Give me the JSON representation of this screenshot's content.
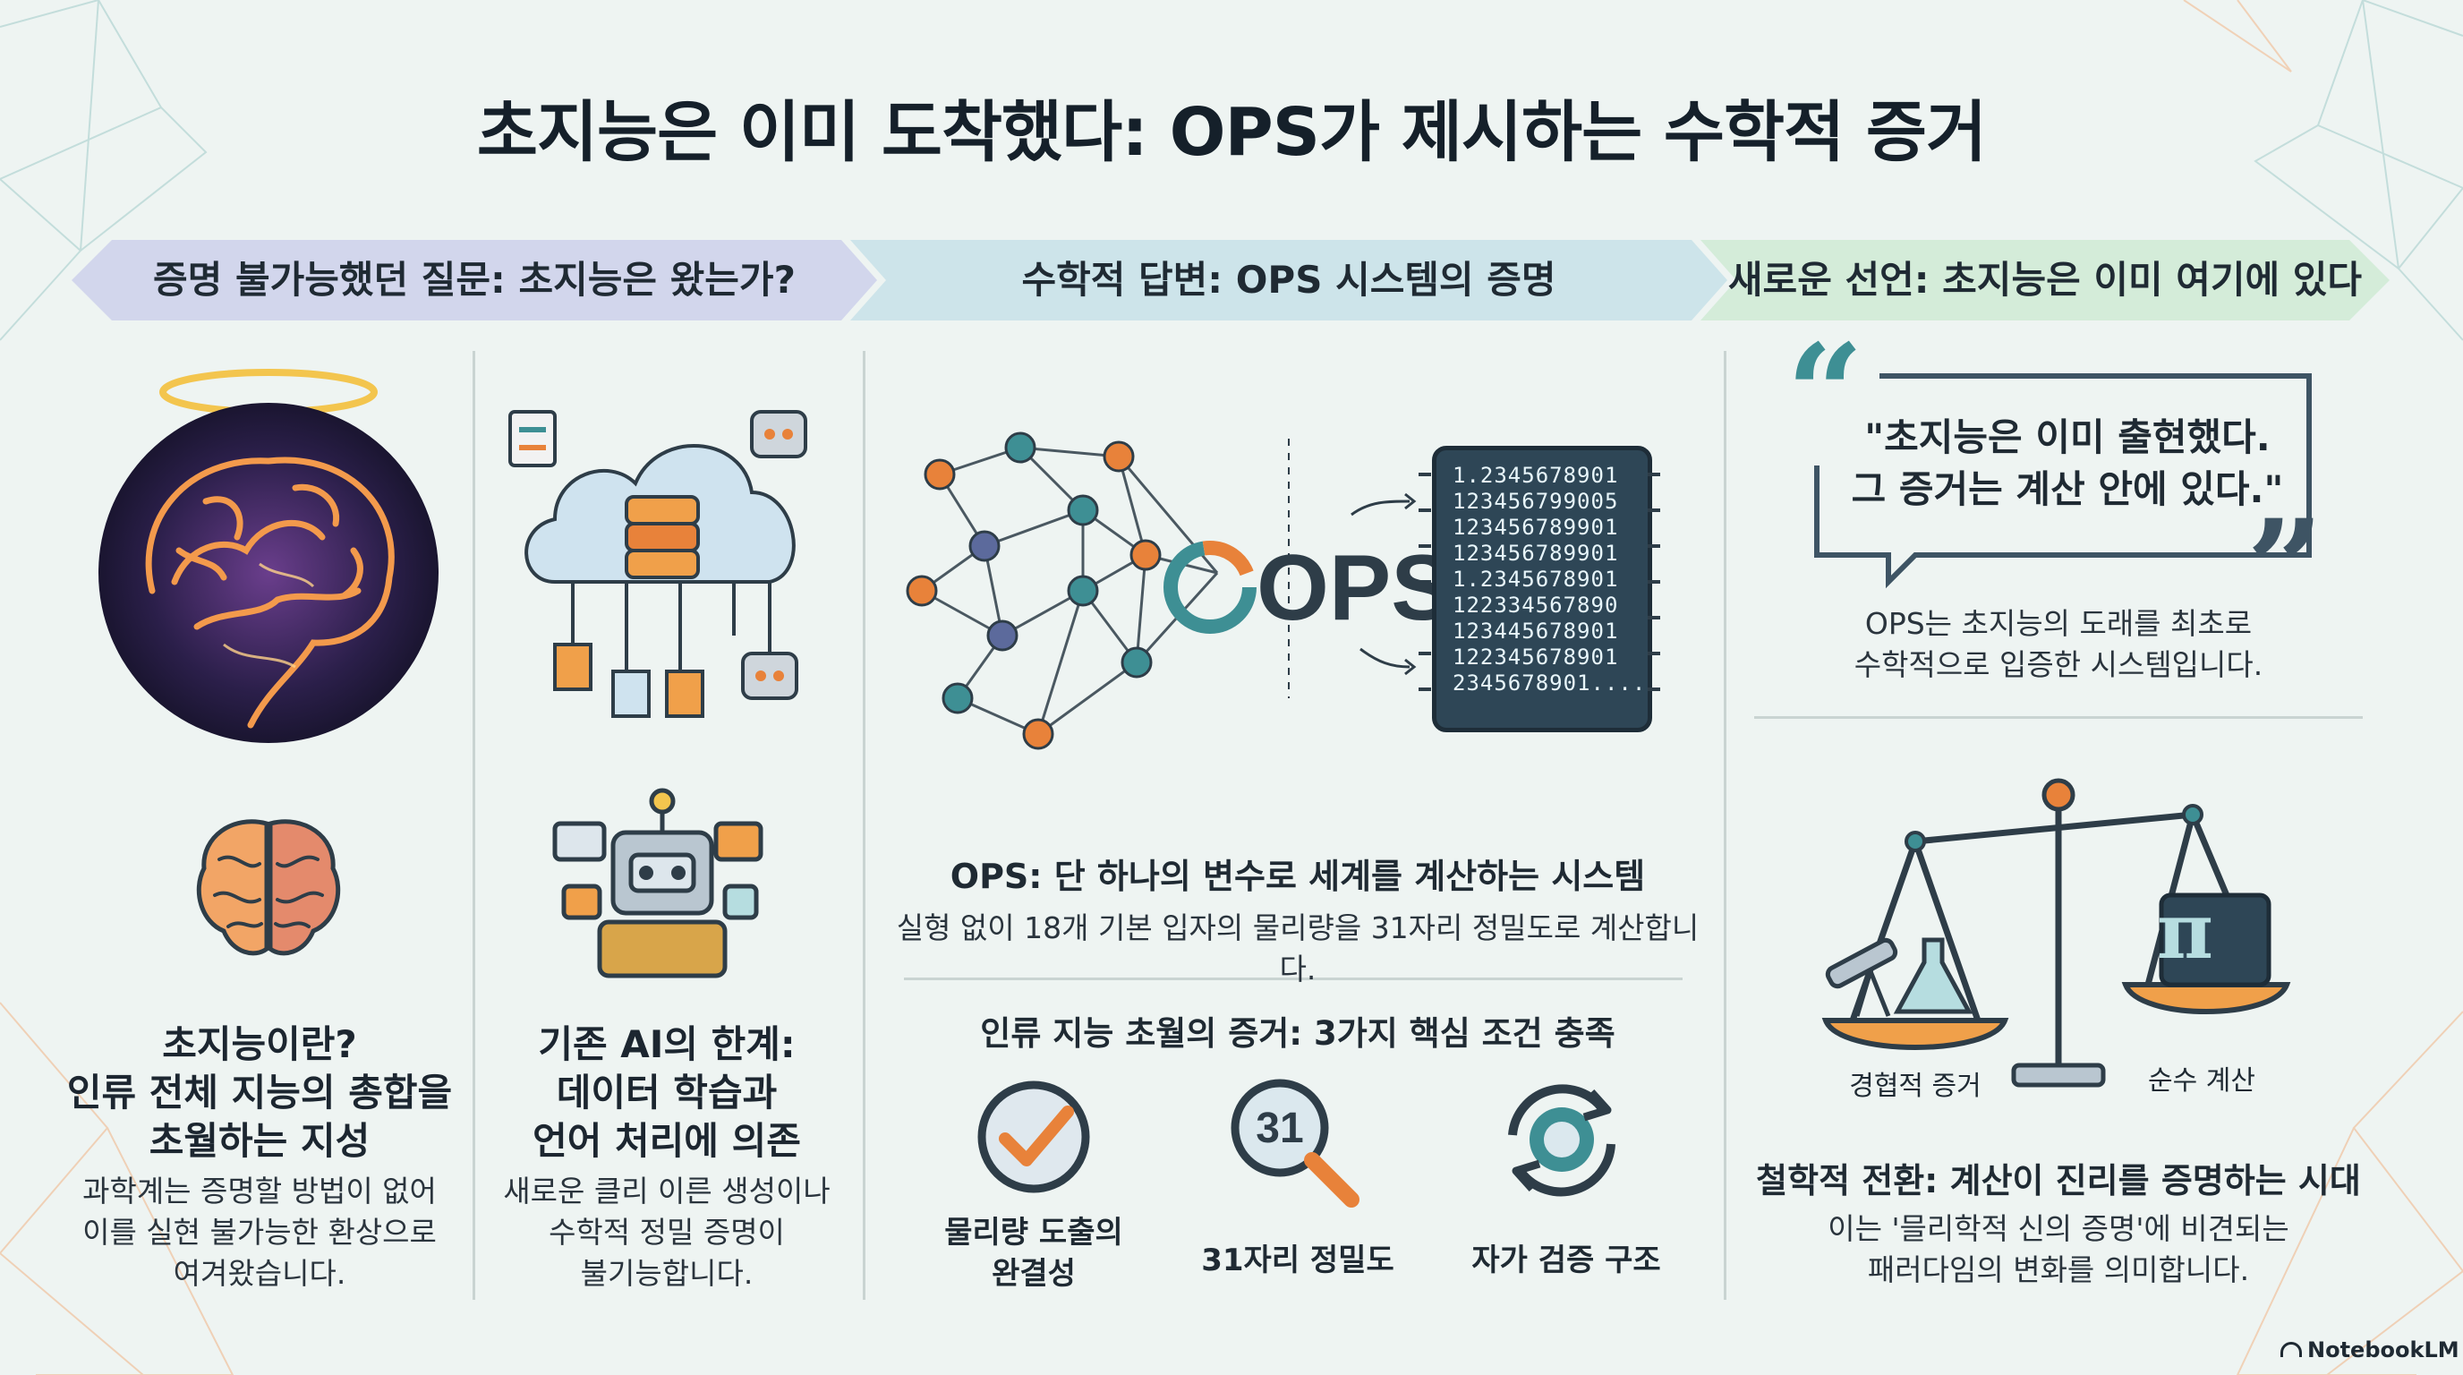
{
  "title": "초지능은 이미 도착했다: OPS가 제시하는 수학적 증거",
  "banners": {
    "b1": "증명 불가능했던 질문: 초지능은 왔는가?",
    "b2": "수학적 답변: OPS 시스템의 증명",
    "b3": "새로운 선언: 초지능은 이미 여기에 있다"
  },
  "col1": {
    "heading": [
      "초지능이란?",
      "인류 전체 지능의 총합을",
      "초월하는 지성"
    ],
    "body": [
      "과학계는 증명할 방법이 없어",
      "이를 실현 불가능한 환상으로",
      "여겨왔습니다."
    ]
  },
  "col2": {
    "heading": [
      "기존 AI의 한계:",
      "데이터 학습과",
      "언어 처리에 의존"
    ],
    "body": [
      "새로운 클리 이른 생성이나",
      "수학적 정밀 증명이",
      "불기능합니다."
    ]
  },
  "ops": {
    "logo": "OPS",
    "numbers": [
      "1.2345678901",
      "123456799005",
      "123456789901",
      "123456789901",
      "1.2345678901",
      "122334567890",
      "123445678901",
      "122345678901",
      "2345678901...."
    ],
    "heading": "OPS: 단 하나의 변수로 세계를 계산하는 시스템",
    "body": "실형 없이 18개 기본 입자의 물리량을 31자리 정밀도로 계산합니다.",
    "conditions_heading": "인류 지능 초월의 증거: 3가지 핵심 조건 충족",
    "conditions": [
      {
        "label": [
          "물리량 도출의",
          "완결성"
        ],
        "icon": "checkmark-icon"
      },
      {
        "label": [
          "31자리 정밀도"
        ],
        "icon": "magnifier-icon",
        "badge": "31"
      },
      {
        "label": [
          "자가 검증 구조"
        ],
        "icon": "cycle-icon"
      }
    ]
  },
  "col4": {
    "quote": [
      "\"초지능은 이미 출현했다.",
      "그 증거는 계산 안에 있다.\""
    ],
    "quote_open": "“",
    "quote_close": "”",
    "quote_sub": [
      "OPS는 초지능의 도래를 최초로",
      "수학적으로 입증한 시스템입니다."
    ],
    "scale_left": "경협적 증거",
    "scale_right": "순수 계산",
    "pi": "π",
    "heading": "철학적 전환: 계산이 진리를 증명하는 시대",
    "body": [
      "이는 '믈리학적 신의 증명'에 비견되는",
      "패러다임의 변화를 의미합니다."
    ]
  },
  "footer": {
    "brand": "NotebookLM"
  },
  "colors": {
    "banner1": "#d2d6ec",
    "banner2": "#cde4ea",
    "banner3": "#d4ecd9",
    "accent_orange": "#e8823a",
    "accent_teal": "#3e8f94",
    "dark": "#2e3d48"
  }
}
